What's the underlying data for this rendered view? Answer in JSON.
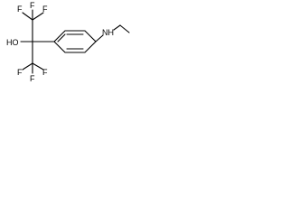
{
  "molecule": {
    "atoms": {
      "f_top_left": "F",
      "f_top_mid": "F",
      "f_top_right": "F",
      "hydroxyl": "HO",
      "f_bot_left": "F",
      "f_bot_mid": "F",
      "f_bot_right": "F",
      "amine": "NH"
    },
    "colors": {
      "bonds": "#000000",
      "text": "#000000",
      "background": "#ffffff"
    }
  }
}
